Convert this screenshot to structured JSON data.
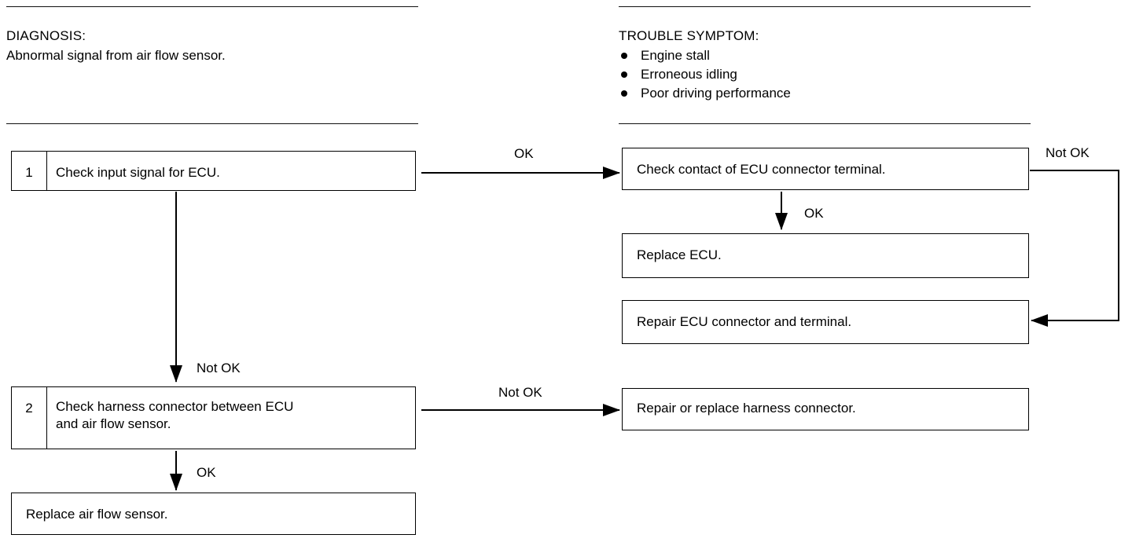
{
  "diagnosis": {
    "heading": "DIAGNOSIS:",
    "text": "Abnormal signal from air flow sensor."
  },
  "trouble_symptom": {
    "heading": "TROUBLE SYMPTOM:",
    "items": [
      "Engine stall",
      "Erroneous idling",
      "Poor driving performance"
    ]
  },
  "steps": [
    {
      "number": "1",
      "text": "Check input signal for ECU."
    },
    {
      "number": "2",
      "text_line1": "Check harness connector between ECU",
      "text_line2": "and air flow sensor."
    }
  ],
  "actions": {
    "check_contact": "Check contact of ECU connector terminal.",
    "replace_ecu": "Replace ECU.",
    "repair_connector": "Repair ECU connector and terminal.",
    "repair_harness": "Repair or replace harness connector.",
    "replace_sensor": "Replace air flow sensor."
  },
  "flow_labels": {
    "step1_ok": "OK",
    "contact_not_ok": "Not OK",
    "contact_ok": "OK",
    "step1_not_ok": "Not OK",
    "step2_not_ok": "Not OK",
    "step2_ok": "OK"
  }
}
